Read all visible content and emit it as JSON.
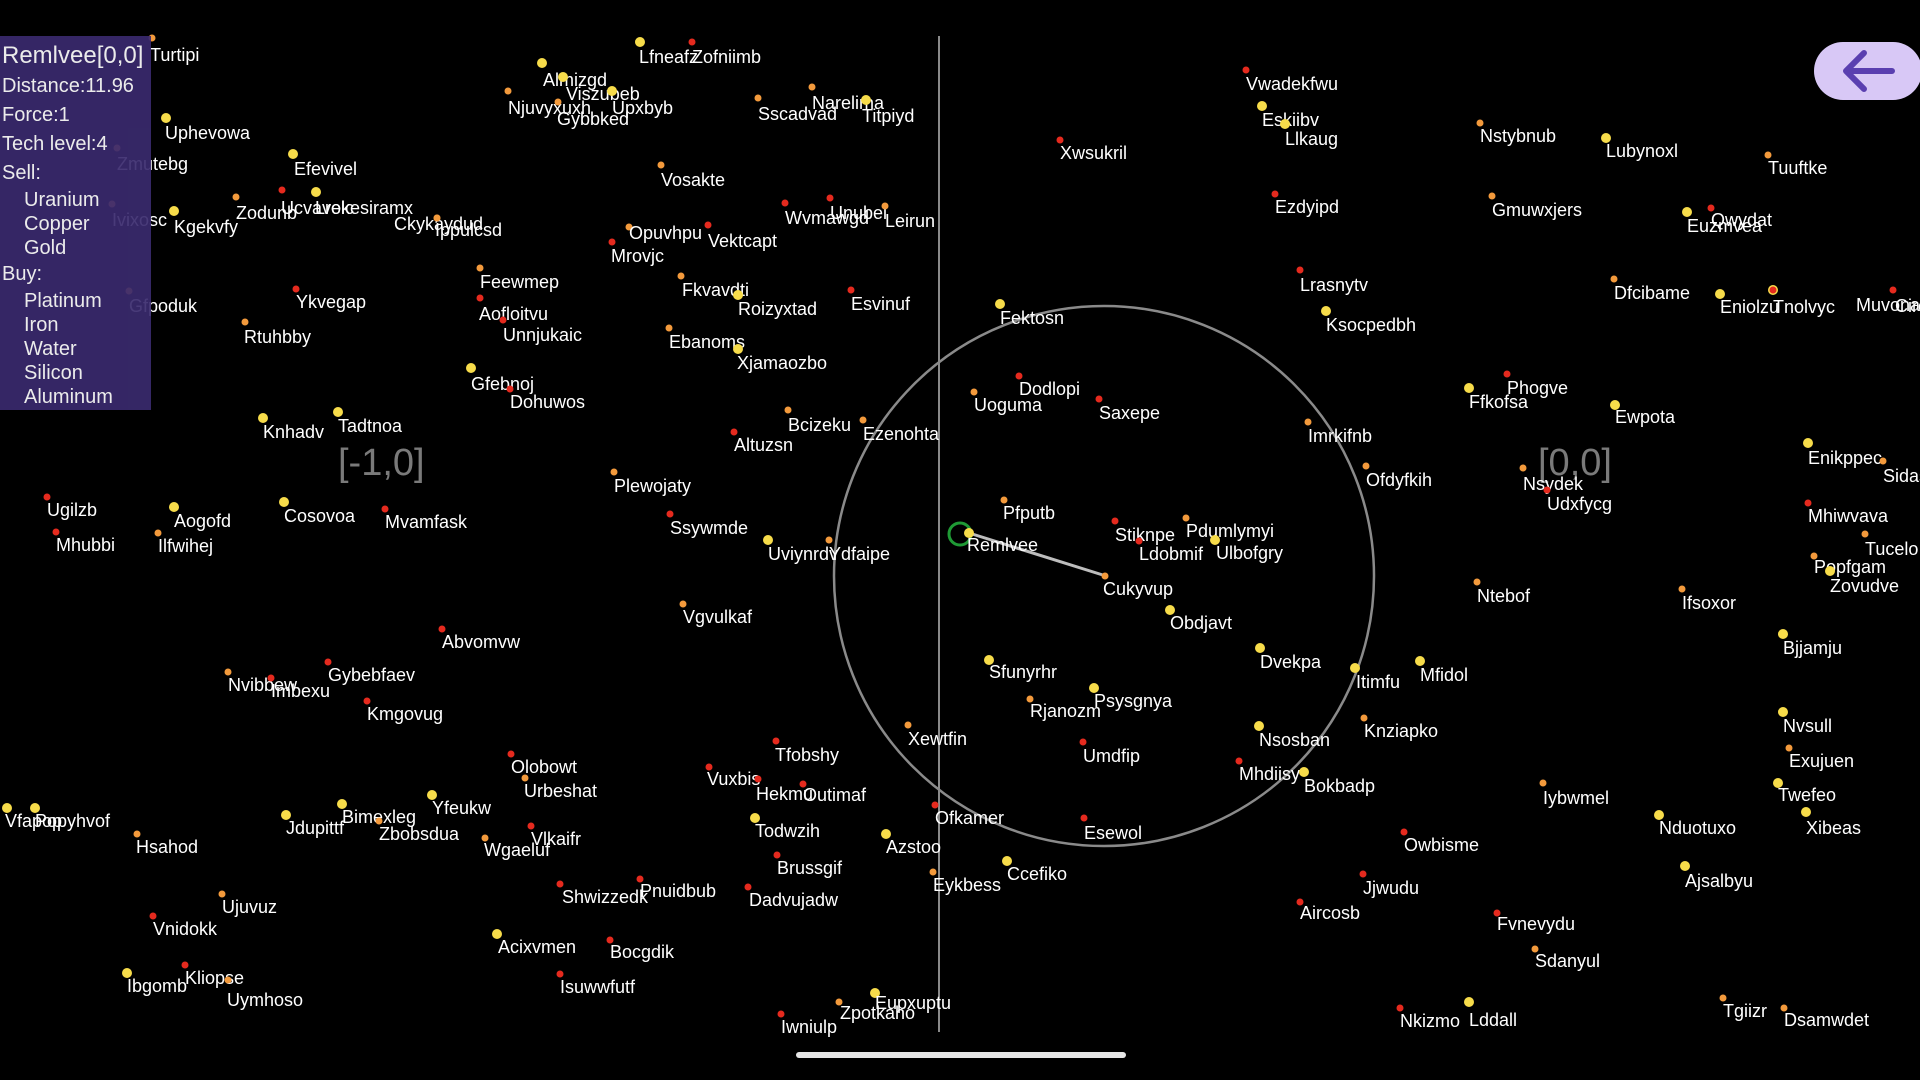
{
  "info": {
    "title": "Remlvee[0,0]",
    "distance": "Distance:11.96",
    "force": "Force:1",
    "tech_level": "Tech level:4",
    "sell_label": "Sell:",
    "sell_items": [
      "Uranium",
      "Copper",
      "Gold"
    ],
    "buy_label": "Buy:",
    "buy_items": [
      "Platinum",
      "Iron",
      "Water",
      "Silicon",
      "Aluminum"
    ]
  },
  "sectors": [
    "[-1,0]",
    "[0,0]"
  ],
  "colors": {
    "yellow": "#f7dc4a",
    "orange": "#f39a3c",
    "red": "#e52a1e",
    "panel": "#3a2a6e",
    "back_button": "#d8c8f6"
  },
  "icons": {
    "back": "arrow-left-icon"
  },
  "stars": [
    {
      "name": "Turtipi",
      "c": "orange"
    },
    {
      "name": "Lfneafz",
      "c": "yellow"
    },
    {
      "name": "Zofniimb",
      "c": "red"
    },
    {
      "name": "Almizgd",
      "c": "yellow"
    },
    {
      "name": "Viszubeb",
      "c": "yellow"
    },
    {
      "name": "Njuvyxuxh",
      "c": "orange"
    },
    {
      "name": "Upxbyb",
      "c": "yellow"
    },
    {
      "name": "Gybbked",
      "c": "orange"
    },
    {
      "name": "Narelima",
      "c": "orange"
    },
    {
      "name": "Sscadvad",
      "c": "orange"
    },
    {
      "name": "Titpiyd",
      "c": "yellow"
    },
    {
      "name": "Uphevowa",
      "c": "yellow"
    },
    {
      "name": "Zmutebg",
      "c": "orange"
    },
    {
      "name": "Efevivel",
      "c": "yellow"
    },
    {
      "name": "Vosakte",
      "c": "orange"
    },
    {
      "name": "Zodunb",
      "c": "orange"
    },
    {
      "name": "Ucvavolc",
      "c": "red"
    },
    {
      "name": "Lrekesiramx",
      "c": "yellow"
    },
    {
      "name": "Kgekvfy",
      "c": "yellow"
    },
    {
      "name": "Ivixosc",
      "c": "orange"
    },
    {
      "name": "Ckykaydud",
      "c": "orange"
    },
    {
      "name": "Ippulcsd",
      "c": "orange"
    },
    {
      "name": "Opuvhpu",
      "c": "orange"
    },
    {
      "name": "Vektcapt",
      "c": "red"
    },
    {
      "name": "Mrovjc",
      "c": "red"
    },
    {
      "name": "Wvmawgd",
      "c": "red"
    },
    {
      "name": "Unubei",
      "c": "red"
    },
    {
      "name": "Leirun",
      "c": "orange"
    },
    {
      "name": "Feewmep",
      "c": "orange"
    },
    {
      "name": "Fkvavdti",
      "c": "orange"
    },
    {
      "name": "Roizyxtad",
      "c": "yellow"
    },
    {
      "name": "Esvinuf",
      "c": "red"
    },
    {
      "name": "Gfpoduk",
      "c": "orange"
    },
    {
      "name": "Ykvegap",
      "c": "red"
    },
    {
      "name": "Aofloitvu",
      "c": "red"
    },
    {
      "name": "Unnjukaic",
      "c": "red"
    },
    {
      "name": "Rtuhbby",
      "c": "orange"
    },
    {
      "name": "Ebanoms",
      "c": "orange"
    },
    {
      "name": "Xjamaozbo",
      "c": "yellow"
    },
    {
      "name": "Gfebnoj",
      "c": "yellow"
    },
    {
      "name": "Dohuwos",
      "c": "red"
    },
    {
      "name": "Knhadv",
      "c": "yellow"
    },
    {
      "name": "Tadtnoa",
      "c": "yellow"
    },
    {
      "name": "Bcizeku",
      "c": "orange"
    },
    {
      "name": "Ezenohta",
      "c": "orange"
    },
    {
      "name": "Altuzsn",
      "c": "red"
    },
    {
      "name": "Plewojaty",
      "c": "orange"
    },
    {
      "name": "Ugilzb",
      "c": "red"
    },
    {
      "name": "Aogofd",
      "c": "yellow"
    },
    {
      "name": "Cosovoa",
      "c": "yellow"
    },
    {
      "name": "Mvamfask",
      "c": "red"
    },
    {
      "name": "Mhubbi",
      "c": "red"
    },
    {
      "name": "Ilfwihej",
      "c": "orange"
    },
    {
      "name": "Ssywmde",
      "c": "red"
    },
    {
      "name": "Uviynrdv",
      "c": "yellow"
    },
    {
      "name": "Ydfaipe",
      "c": "orange"
    },
    {
      "name": "Vgvulkaf",
      "c": "orange"
    },
    {
      "name": "Abvomvw",
      "c": "red"
    },
    {
      "name": "Gybebfaev",
      "c": "red"
    },
    {
      "name": "Nvibbew",
      "c": "orange"
    },
    {
      "name": "Imbexu",
      "c": "red"
    },
    {
      "name": "Kmgovug",
      "c": "red"
    },
    {
      "name": "Olobowt",
      "c": "red"
    },
    {
      "name": "Urbeshat",
      "c": "orange"
    },
    {
      "name": "Vfapop",
      "c": "yellow"
    },
    {
      "name": "Popyhvof",
      "c": "yellow"
    },
    {
      "name": "Bimexleg",
      "c": "yellow"
    },
    {
      "name": "Yfeukw",
      "c": "yellow"
    },
    {
      "name": "Jdupittf",
      "c": "yellow"
    },
    {
      "name": "Zbobsdua",
      "c": "orange"
    },
    {
      "name": "Vlkaifr",
      "c": "red"
    },
    {
      "name": "Hsahod",
      "c": "orange"
    },
    {
      "name": "Wgaeluf",
      "c": "orange"
    },
    {
      "name": "Ujuvuz",
      "c": "orange"
    },
    {
      "name": "Vnidokk",
      "c": "red"
    },
    {
      "name": "Shwizzedk",
      "c": "red"
    },
    {
      "name": "Pnuidbub",
      "c": "red"
    },
    {
      "name": "Acixvmen",
      "c": "yellow"
    },
    {
      "name": "Bocgdik",
      "c": "red"
    },
    {
      "name": "Ibgomb",
      "c": "yellow"
    },
    {
      "name": "Kliopse",
      "c": "red"
    },
    {
      "name": "Uymhoso",
      "c": "orange"
    },
    {
      "name": "Isuwwfutf",
      "c": "red"
    },
    {
      "name": "Tfobshy",
      "c": "red"
    },
    {
      "name": "Vuxbis",
      "c": "red"
    },
    {
      "name": "Hekmu",
      "c": "red"
    },
    {
      "name": "Outimaf",
      "c": "red"
    },
    {
      "name": "Todwzih",
      "c": "yellow"
    },
    {
      "name": "Brussgif",
      "c": "red"
    },
    {
      "name": "Dadvujadw",
      "c": "red"
    },
    {
      "name": "Azstoo",
      "c": "yellow"
    },
    {
      "name": "Xewtfin",
      "c": "orange"
    },
    {
      "name": "Ofkamer",
      "c": "red"
    },
    {
      "name": "Eykbess",
      "c": "orange"
    },
    {
      "name": "Ccefiko",
      "c": "yellow"
    },
    {
      "name": "Eupxuptu",
      "c": "yellow"
    },
    {
      "name": "Zpotkaho",
      "c": "orange"
    },
    {
      "name": "Iwniulp",
      "c": "red"
    },
    {
      "name": "Fektosn",
      "c": "yellow"
    },
    {
      "name": "Dodlopi",
      "c": "red"
    },
    {
      "name": "Uoguma",
      "c": "orange"
    },
    {
      "name": "Saxepe",
      "c": "red"
    },
    {
      "name": "Pfputb",
      "c": "orange"
    },
    {
      "name": "Remlvee",
      "c": "yellow"
    },
    {
      "name": "Stiknpe",
      "c": "red"
    },
    {
      "name": "Ldobmif",
      "c": "red"
    },
    {
      "name": "Pdumlymyi",
      "c": "orange"
    },
    {
      "name": "Ulbofgry",
      "c": "yellow"
    },
    {
      "name": "Cukyvup",
      "c": "orange"
    },
    {
      "name": "Obdjavt",
      "c": "yellow"
    },
    {
      "name": "Sfunyrhr",
      "c": "yellow"
    },
    {
      "name": "Rjanozm",
      "c": "orange"
    },
    {
      "name": "Psysgnya",
      "c": "yellow"
    },
    {
      "name": "Umdfip",
      "c": "red"
    },
    {
      "name": "Esewol",
      "c": "red"
    },
    {
      "name": "Dvekpa",
      "c": "yellow"
    },
    {
      "name": "Itimfu",
      "c": "yellow"
    },
    {
      "name": "Mfidol",
      "c": "yellow"
    },
    {
      "name": "Nsosban",
      "c": "yellow"
    },
    {
      "name": "Mhdiisy",
      "c": "red"
    },
    {
      "name": "Bokbadp",
      "c": "yellow"
    },
    {
      "name": "Knziapko",
      "c": "orange"
    },
    {
      "name": "Vwadekfwu",
      "c": "red"
    },
    {
      "name": "Eskiibv",
      "c": "yellow"
    },
    {
      "name": "Llkaug",
      "c": "yellow"
    },
    {
      "name": "Xwsukril",
      "c": "red"
    },
    {
      "name": "Ezdyipd",
      "c": "red"
    },
    {
      "name": "Lrasnytv",
      "c": "red"
    },
    {
      "name": "Ksocpedbh",
      "c": "yellow"
    },
    {
      "name": "Imrkifnb",
      "c": "orange"
    },
    {
      "name": "Ofdyfkih",
      "c": "orange"
    },
    {
      "name": "Nstybnub",
      "c": "orange"
    },
    {
      "name": "Lubynoxl",
      "c": "yellow"
    },
    {
      "name": "Tuuftke",
      "c": "orange"
    },
    {
      "name": "Gmuwxjers",
      "c": "orange"
    },
    {
      "name": "Euzmvea",
      "c": "yellow"
    },
    {
      "name": "Qwydat",
      "c": "red"
    },
    {
      "name": "Dfcibame",
      "c": "orange"
    },
    {
      "name": "Eniolzu",
      "c": "yellow"
    },
    {
      "name": "Tnolvyc",
      "c": "yellow"
    },
    {
      "name": "Muvonap",
      "c": "red"
    },
    {
      "name": "Circ",
      "c": "red"
    },
    {
      "name": "Ffkofsa",
      "c": "yellow"
    },
    {
      "name": "Phogve",
      "c": "red"
    },
    {
      "name": "Ewpota",
      "c": "yellow"
    },
    {
      "name": "Nsydek",
      "c": "orange"
    },
    {
      "name": "Udxfycg",
      "c": "red"
    },
    {
      "name": "Enikppec",
      "c": "yellow"
    },
    {
      "name": "Sidas",
      "c": "orange"
    },
    {
      "name": "Mhiwvava",
      "c": "red"
    },
    {
      "name": "Tucelo",
      "c": "orange"
    },
    {
      "name": "Popfgam",
      "c": "orange"
    },
    {
      "name": "Zovudve",
      "c": "yellow"
    },
    {
      "name": "Ntebof",
      "c": "orange"
    },
    {
      "name": "Ifsoxor",
      "c": "orange"
    },
    {
      "name": "Bjjamju",
      "c": "yellow"
    },
    {
      "name": "Nvsull",
      "c": "yellow"
    },
    {
      "name": "Exujuen",
      "c": "orange"
    },
    {
      "name": "Iybwmel",
      "c": "orange"
    },
    {
      "name": "Twefeo",
      "c": "yellow"
    },
    {
      "name": "Nduotuxo",
      "c": "yellow"
    },
    {
      "name": "Xibeas",
      "c": "yellow"
    },
    {
      "name": "Owbisme",
      "c": "red"
    },
    {
      "name": "Jjwudu",
      "c": "red"
    },
    {
      "name": "Aircosb",
      "c": "red"
    },
    {
      "name": "Ajsalbyu",
      "c": "yellow"
    },
    {
      "name": "Fvnevydu",
      "c": "red"
    },
    {
      "name": "Sdanyul",
      "c": "orange"
    },
    {
      "name": "Nkizmo",
      "c": "red"
    },
    {
      "name": "Lddall",
      "c": "yellow"
    },
    {
      "name": "Tgiizr",
      "c": "orange"
    },
    {
      "name": "Dsamwdet",
      "c": "orange"
    }
  ]
}
